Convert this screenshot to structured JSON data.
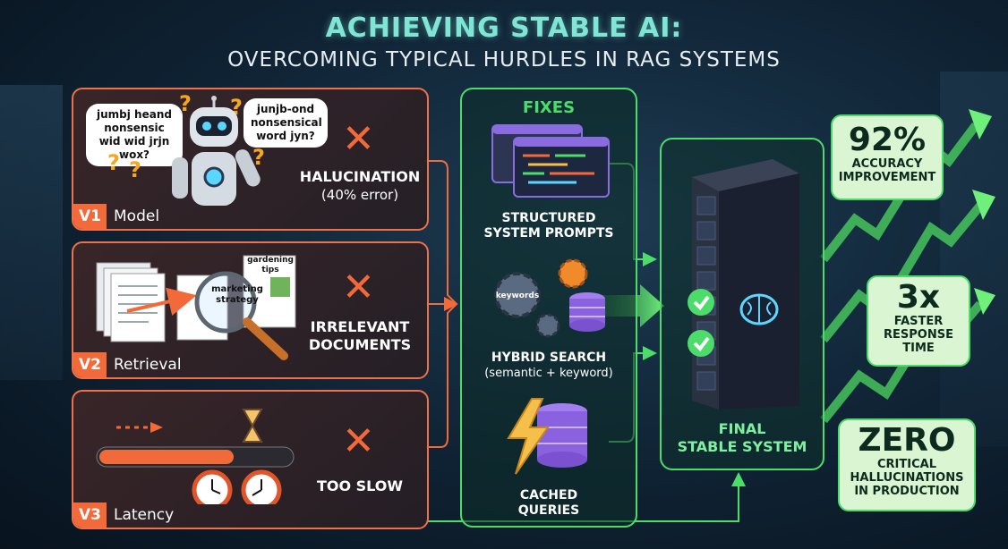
{
  "title": {
    "line1": "ACHIEVING STABLE AI:",
    "line2": "OVERCOMING TYPICAL HURDLES IN RAG SYSTEMS"
  },
  "problems": [
    {
      "tag": "V1",
      "name": "Model",
      "issue": "HALUCINATION",
      "detail": "(40% error)",
      "bubble_left": "jumbj heand nonsensic wid wid jrjn wox?",
      "bubble_right": "junjb-ond nonsensical word jyn?",
      "icon": "robot-icon"
    },
    {
      "tag": "V2",
      "name": "Retrieval",
      "issue_line1": "IRRELEVANT",
      "issue_line2": "DOCUMENTS",
      "doc_label_1": "marketing strategy",
      "doc_label_2": "gardening tips",
      "icon": "magnifier-icon"
    },
    {
      "tag": "V3",
      "name": "Latency",
      "issue": "TOO SLOW",
      "icon": "stopwatch-icon"
    }
  ],
  "fixes": {
    "heading": "FIXES",
    "items": [
      {
        "line1": "STRUCTURED",
        "line2": "SYSTEM PROMPTS",
        "icon": "code-window-icon"
      },
      {
        "line1": "HYBRID SEARCH",
        "sub": "(semantic + keyword)",
        "gear_label": "keywords",
        "icon": "gear-database-icon"
      },
      {
        "line1": "CACHED",
        "line2": "QUERIES",
        "icon": "lightning-database-icon"
      }
    ]
  },
  "final": {
    "line1": "FINAL",
    "line2": "STABLE SYSTEM",
    "icon": "server-brain-icon"
  },
  "stats": [
    {
      "big": "92%",
      "line1": "ACCURACY",
      "line2": "IMPROVEMENT"
    },
    {
      "big": "3x",
      "line1": "FASTER",
      "line2": "RESPONSE",
      "line3": "TIME"
    },
    {
      "big": "ZERO",
      "line1": "CRITICAL",
      "line2": "HALLUCINATIONS",
      "line3": "IN PRODUCTION"
    }
  ],
  "colors": {
    "problem": "#f26a3a",
    "fix": "#4bdc6a",
    "title": "#7fe6d6",
    "stat_bg": "#d9f5d2"
  }
}
